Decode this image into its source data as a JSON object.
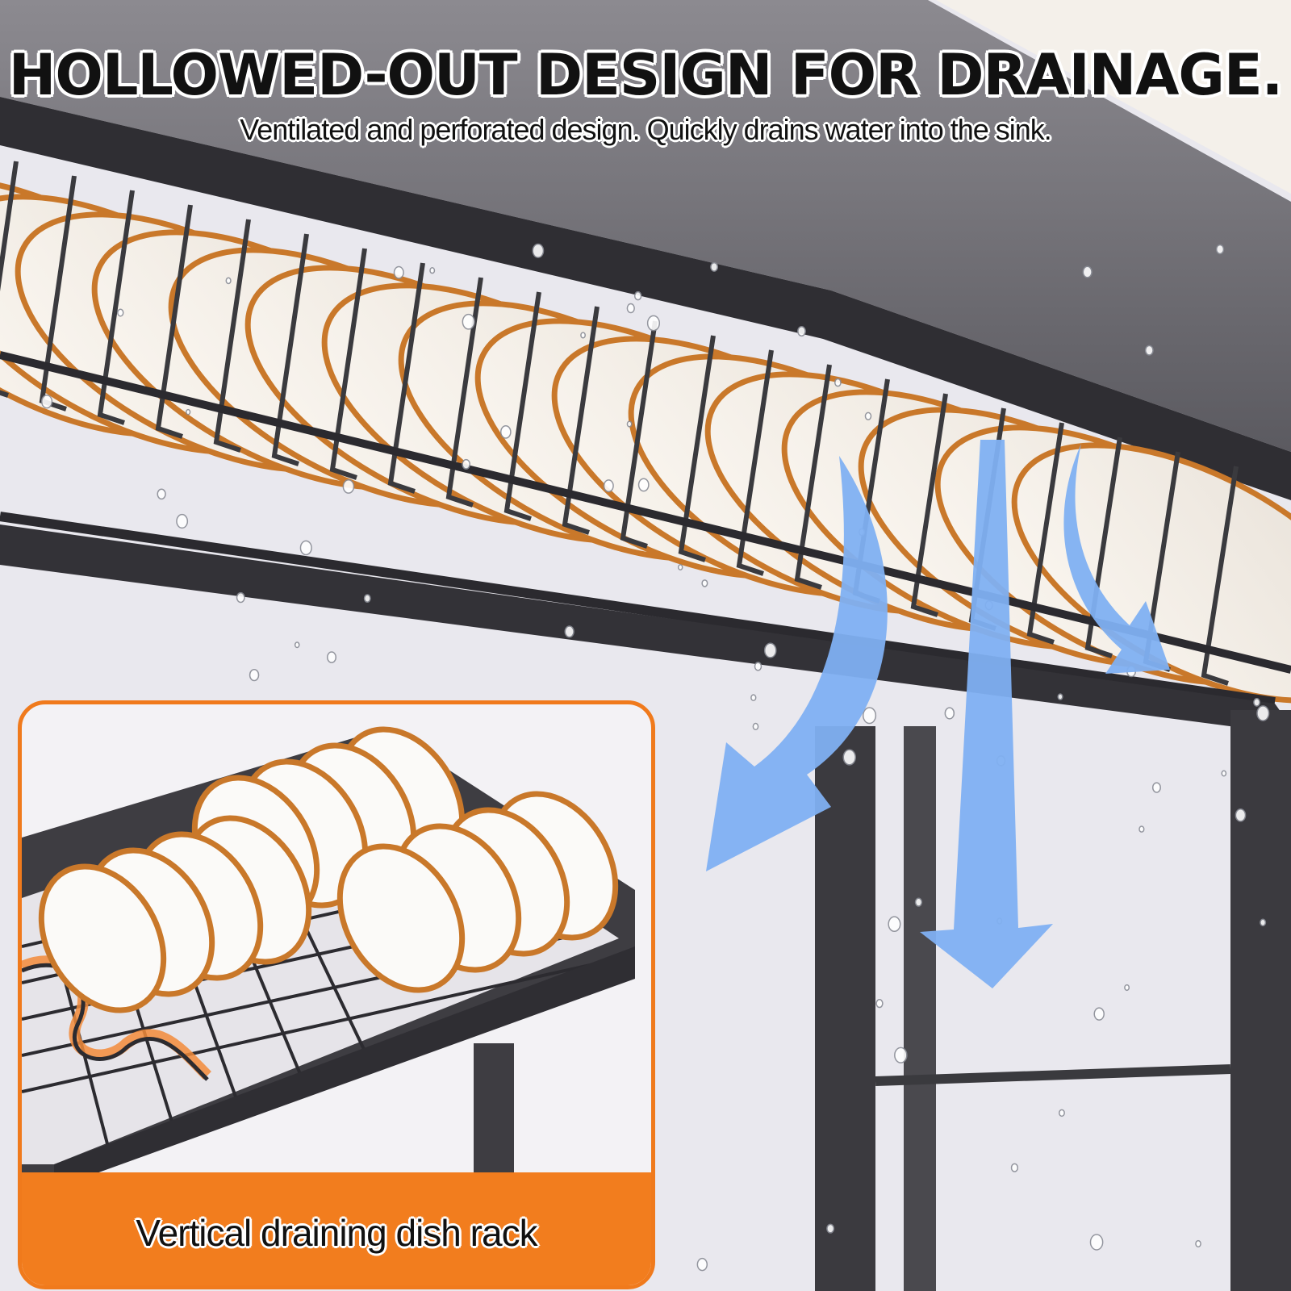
{
  "headline": "HOLLOWED-OUT DESIGN FOR DRAINAGE.",
  "subheadline": "Ventilated and perforated design. Quickly drains water into the sink.",
  "inset": {
    "caption": "Vertical draining dish rack"
  },
  "colors": {
    "accent_orange": "#f27d1e",
    "arrow_blue": "#7fb0f2",
    "rack_metal": "#3a3a3e",
    "plate_rim_gold": "#c9782a",
    "background": "#e9e8ee"
  },
  "icons": [
    "drain-arrow-icon",
    "drain-arrow-icon",
    "drain-arrow-icon"
  ]
}
